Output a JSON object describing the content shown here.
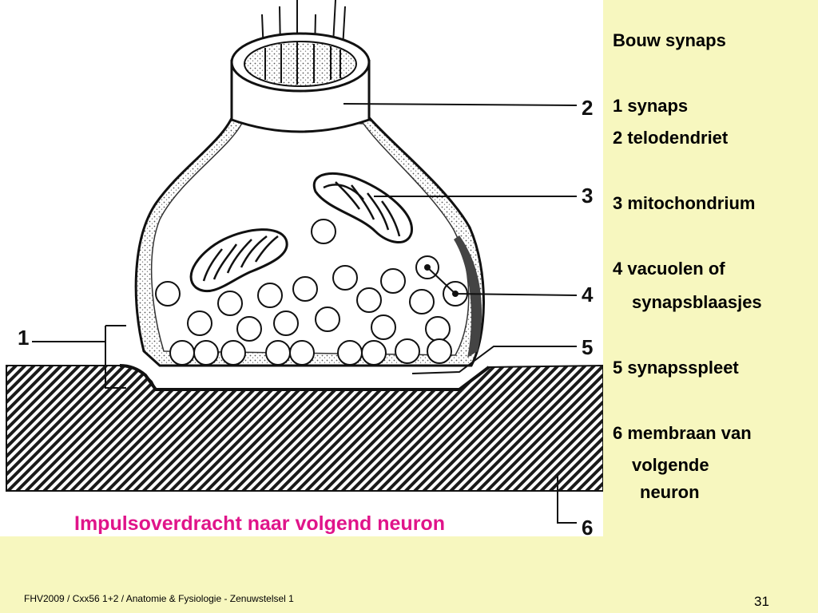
{
  "figure": {
    "labels": [
      "1",
      "2",
      "3",
      "4",
      "5",
      "6"
    ],
    "caption": "Impulsoverdracht naar volgend neuron"
  },
  "legend": {
    "title": "Bouw synaps",
    "lines": [
      "1 synaps",
      "2 telodendriet",
      "3 mitochondrium",
      "4 vacuolen of",
      "synapsblaasjes",
      "5 synapsspleet",
      "6 membraan van",
      "volgende",
      "neuron"
    ]
  },
  "footer": {
    "text": "FHV2009 / Cxx56 1+2 / Anatomie & Fysiologie - Zenuwstelsel 1",
    "page_number": "31"
  },
  "colors": {
    "background": "#f7f7bf",
    "caption": "#e0148a",
    "ink": "#111111"
  }
}
